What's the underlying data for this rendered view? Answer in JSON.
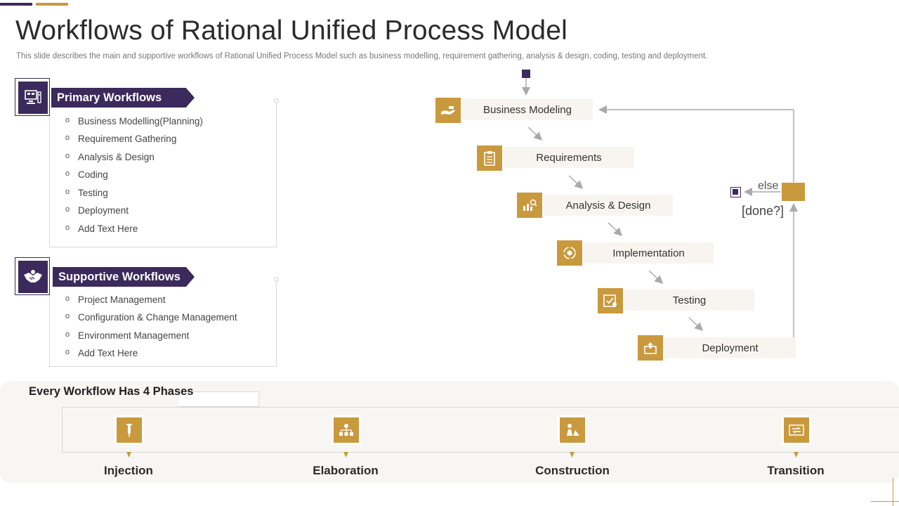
{
  "header": {
    "title": "Workflows of Rational Unified Process Model",
    "subtitle": "This slide describes the main and supportive workflows of Rational Unified Process Model such as business modelling, requirement gathering, analysis & design, coding, testing and deployment."
  },
  "primary": {
    "heading": "Primary Workflows",
    "icon": "computer-screen-icon",
    "items": [
      "Business Modelling(Planning)",
      "Requirement  Gathering",
      "Analysis & Design",
      "Coding",
      "Testing",
      "Deployment",
      "Add Text Here"
    ]
  },
  "supportive": {
    "heading": "Supportive Workflows",
    "icon": "handshake-icon",
    "items": [
      "Project Management",
      "Configuration  & Change Management",
      "Environment  Management",
      "Add Text Here"
    ]
  },
  "flow": {
    "steps": [
      {
        "label": "Business Modeling",
        "icon": "hand-money-icon"
      },
      {
        "label": "Requirements",
        "icon": "clipboard-icon"
      },
      {
        "label": "Analysis & Design",
        "icon": "chart-magnifier-icon"
      },
      {
        "label": "Implementation",
        "icon": "cycle-gear-icon"
      },
      {
        "label": "Testing",
        "icon": "checklist-icon"
      },
      {
        "label": "Deployment",
        "icon": "box-upload-icon"
      }
    ],
    "else_label": "else",
    "done_label": "[done?]"
  },
  "phases": {
    "heading": "Every Workflow Has 4 Phases",
    "items": [
      {
        "label": "Injection",
        "icon": "syringe-icon"
      },
      {
        "label": "Elaboration",
        "icon": "network-icon"
      },
      {
        "label": "Construction",
        "icon": "worker-icon"
      },
      {
        "label": "Transition",
        "icon": "exchange-icon"
      }
    ]
  },
  "colors": {
    "purple": "#3b2a5b",
    "gold": "#c9993d",
    "panel": "#f8f6f3"
  }
}
